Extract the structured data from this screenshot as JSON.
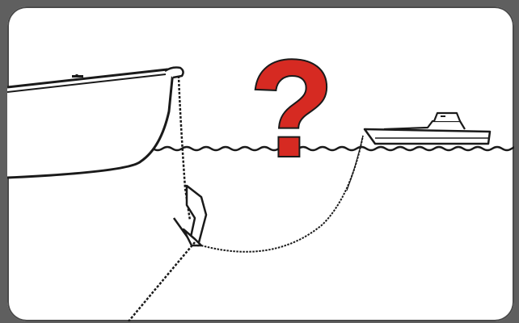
{
  "illustration": {
    "question_mark": "?",
    "colors": {
      "background": "#5f5f5f",
      "card": "#ffffff",
      "outline": "#1a1a1a",
      "question_mark": "#d62a22"
    },
    "elements": [
      "large-boat-hull",
      "anchor-chain",
      "anchor",
      "anchor-rode",
      "distant-motor-boat",
      "water-line",
      "question-mark"
    ]
  }
}
